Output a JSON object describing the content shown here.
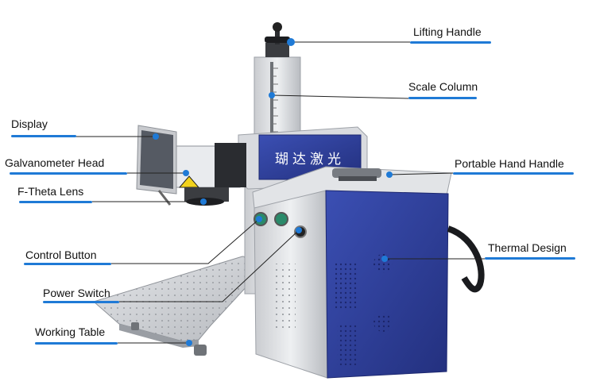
{
  "labels": {
    "lifting_handle": "Lifting Handle",
    "scale_column": "Scale Column",
    "display": "Display",
    "portable_hand_handle": "Portable Hand Handle",
    "galvanometer_head": "Galvanometer Head",
    "f_theta_lens": "F-Theta Lens",
    "thermal_design": "Thermal Design",
    "control_button": "Control Button",
    "power_switch": "Power Switch",
    "working_table": "Working Table"
  },
  "head_sign": "瑚达激光",
  "colors": {
    "accent_line": "#1f7ad6",
    "leader": "#222222",
    "cabinet_blue": "#2e3f9e",
    "frame_silver": "#d4d6da"
  }
}
